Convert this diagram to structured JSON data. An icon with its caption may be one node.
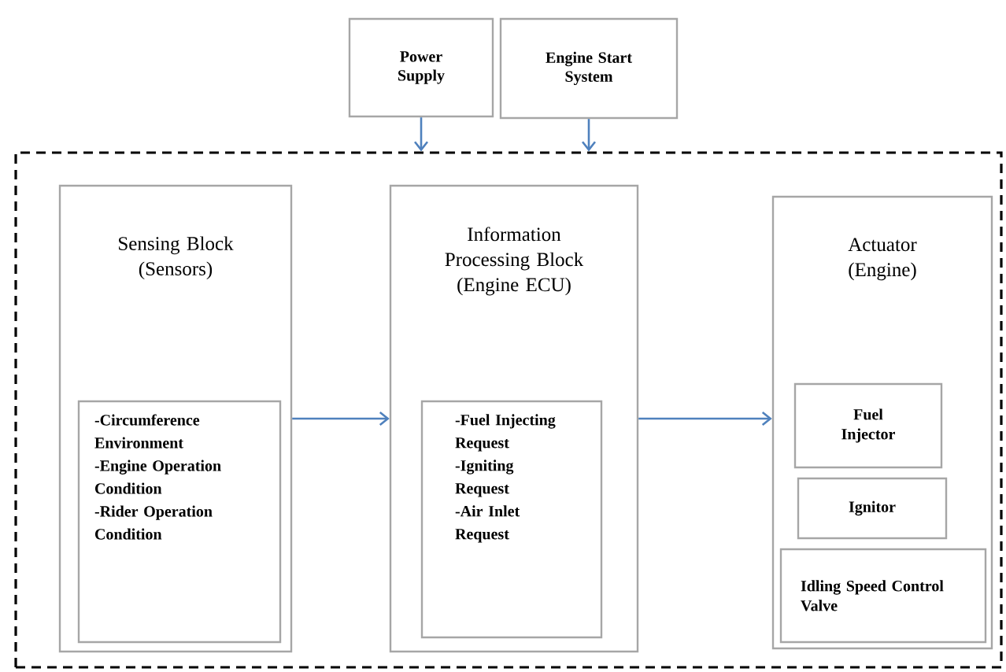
{
  "diagram": {
    "nodes": [
      {
        "text": [
          "Power Supply"
        ]
      },
      {
        "text": [
          "Engine Start System"
        ]
      },
      {
        "text": [],
        "shape": "box"
      },
      {
        "text": [
          "Sensing Block (Sensors)"
        ],
        "in": 2
      },
      {
        "text": [
          "-Circumference Environment",
          "-Engine Operation Condition",
          "-Rider Operation Condition"
        ],
        "in": 3
      },
      {
        "text": [
          "Information Processing Block (Engine ECU)"
        ],
        "in": 2
      },
      {
        "text": [
          "-Fuel Injecting Request",
          "-Igniting Request",
          "-Air Inlet Request"
        ],
        "in": 5
      },
      {
        "text": [
          "Actuator (Engine)"
        ],
        "in": 2
      },
      {
        "text": [
          "Fuel Injector"
        ],
        "in": 7
      },
      {
        "text": [
          "Ignitor"
        ],
        "in": 7
      },
      {
        "text": [
          "Idling Speed Control Valve"
        ],
        "in": 7
      }
    ],
    "edges": [
      {
        "from": 0,
        "to": 2,
        "arrow": "to"
      },
      {
        "from": 1,
        "to": 2,
        "arrow": "to"
      },
      {
        "from": 3,
        "to": 5,
        "arrow": "to"
      },
      {
        "from": 5,
        "to": 7,
        "arrow": "to"
      }
    ]
  }
}
